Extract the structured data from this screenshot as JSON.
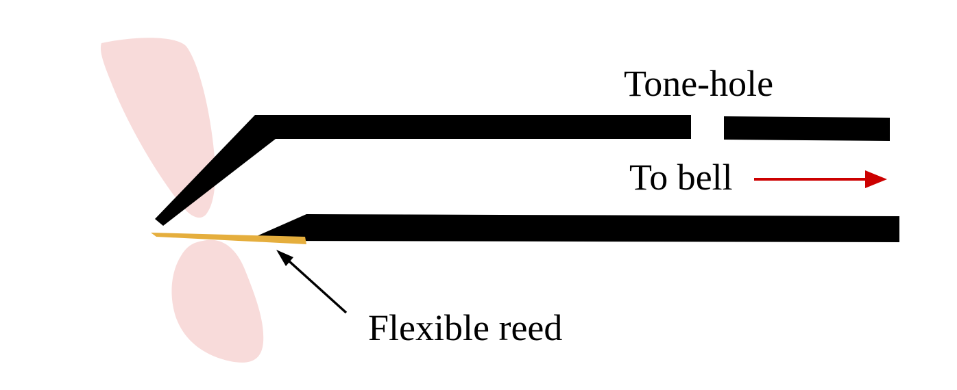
{
  "diagram": {
    "labels": {
      "tone_hole": "Tone-hole",
      "to_bell": "To bell",
      "flexible_reed": "Flexible reed"
    },
    "colors": {
      "background": "#ffffff",
      "lips": "#f8dbda",
      "tube": "#000000",
      "reed": "#e5ae3d",
      "bell_arrow": "#cc0000",
      "reed_arrow": "#000000",
      "text": "#000000"
    }
  }
}
